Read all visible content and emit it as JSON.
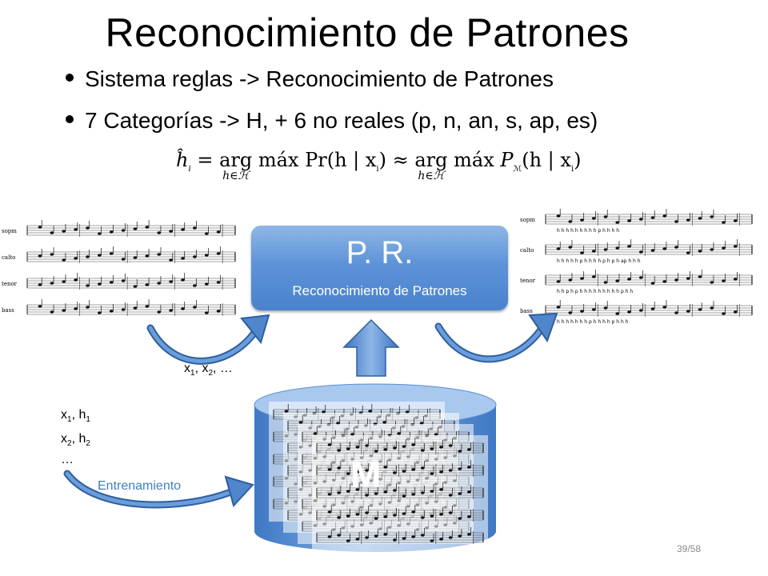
{
  "title": "Reconocimiento de Patrones",
  "bullets": [
    "Sistema reglas -> Reconocimiento de Patrones",
    "7 Categorías -> H, + 6 no reales (p, n, an, s, ap, es)"
  ],
  "formula": {
    "lhs": "ĥ",
    "lhs_sub": "i",
    "eq": "=",
    "op1": "arg máx",
    "op1_sub": "h∈ℋ",
    "term1": "Pr(h | x",
    "term1_sub": "i",
    "approx": "≈",
    "op2": "arg máx",
    "op2_sub": "h∈ℋ",
    "term2": "P",
    "term2_sub": "ℳ",
    "term2_rest": "(h | x",
    "term2_sub2": "i"
  },
  "scores": {
    "left_parts": [
      "sopm",
      "calto",
      "tenor",
      "bass"
    ],
    "right_parts": [
      "sopm",
      "calto",
      "tenor",
      "bass"
    ],
    "right_annotations": [
      "h  h  h  h  h  h    h  h  h  p  h  h    h  h",
      "h  h  h  h  h  p  h    h  h  h  p  h  p  h    ap  h  h  h",
      "h  h  p  h  p  h  h  h    h  h  h  h  h  h  p  h  h",
      "h  h  h  h  h  h    h  p  h  h  h  h  p  h    h  h"
    ]
  },
  "pr_box": {
    "title": "P. R.",
    "subtitle": "Reconocimiento de Patrones"
  },
  "input_label": {
    "text": "x",
    "sub1": "1",
    "mid": ", x",
    "sub2": "2",
    "tail": ", …"
  },
  "training_pairs": [
    {
      "x": "x",
      "xs": "1",
      "sep": ", h",
      "hs": "1"
    },
    {
      "x": "x",
      "xs": "2",
      "sep": ", h",
      "hs": "2"
    }
  ],
  "training_etc": "…",
  "training_label": "Entrenamiento",
  "model_label": "M",
  "page_number": "39/58",
  "colors": {
    "accent_blue": "#4a82cc",
    "arrow_blue": "#3d6fb0",
    "training_text": "#3f7fbf"
  }
}
